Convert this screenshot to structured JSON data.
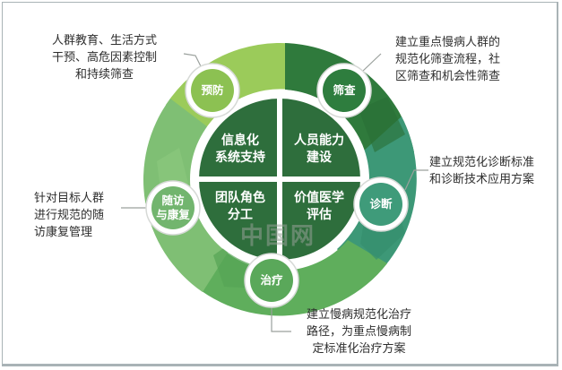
{
  "diagram": {
    "type": "cycle",
    "center_quadrants": [
      {
        "id": "info",
        "line1": "信息化",
        "line2": "系统支持"
      },
      {
        "id": "staff",
        "line1": "人员能力",
        "line2": "建设"
      },
      {
        "id": "team",
        "line1": "团队角色",
        "line2": "分工"
      },
      {
        "id": "value",
        "line1": "价值医学",
        "line2": "评估"
      }
    ],
    "stages": [
      {
        "id": "prevention",
        "label": "预防",
        "color": "#8cc152",
        "description": [
          "人群教育、生活方式",
          "干预、高危因素控制",
          "和持续筛查"
        ]
      },
      {
        "id": "screening",
        "label": "筛查",
        "color": "#2e7d3e",
        "description": [
          "建立重点慢病人群的",
          "规范化筛查流程，社",
          "区筛查和机会性筛查"
        ]
      },
      {
        "id": "diagnosis",
        "label": "诊断",
        "color": "#3f9b7a",
        "description": [
          "建立规范化诊断标准",
          "和诊断技术应用方案"
        ]
      },
      {
        "id": "treatment",
        "label": "治疗",
        "color": "#5aa85a",
        "description": [
          "建立慢病规范化治疗",
          "路径，为重点慢病制",
          "定标准化治疗方案"
        ]
      },
      {
        "id": "followup",
        "label_line1": "随访",
        "label_line2": "与康复",
        "color": "#72b56e",
        "description": [
          "针对目标人群",
          "进行规范的随",
          "访康复管理"
        ]
      }
    ],
    "colors": {
      "center": "#2e6e3c",
      "ring_light": "#9bcb5a",
      "ring_dark": "#2f7a3c",
      "ring_teal": "#3d9877",
      "ring_mid": "#5fae5c",
      "ring_pale": "#7fbf74",
      "connector": "#9aa09c"
    },
    "watermark": "中国网"
  }
}
